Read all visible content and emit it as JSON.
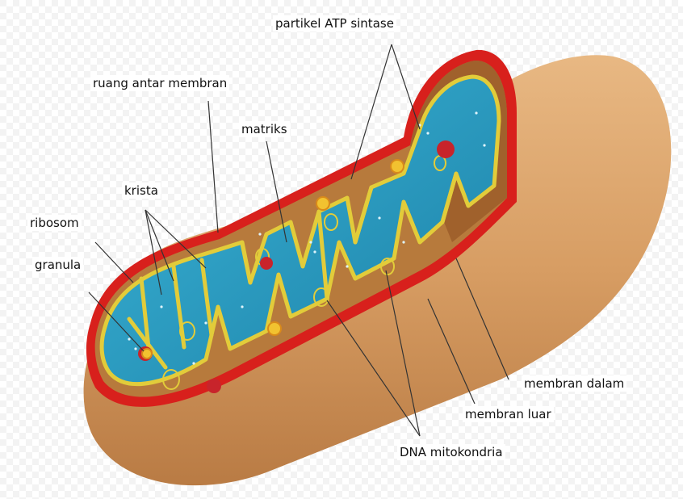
{
  "labels": {
    "atp_synthase": "partikel ATP sintase",
    "intermembrane_space": "ruang antar membran",
    "matrix": "matriks",
    "cristae": "krista",
    "ribosome": "ribosom",
    "granule": "granula",
    "inner_membrane": "membran dalam",
    "outer_membrane": "membran luar",
    "mitochondrial_dna": "DNA mitokondria"
  },
  "colors": {
    "outer_surface": "#d9a46c",
    "outer_membrane": "#d8201c",
    "inner_membrane": "#e2cc3a",
    "matrix": "#2aa3c8",
    "intermembrane": "#b77a3c",
    "granule": "#c8242b",
    "atp_particle": "#f2c230"
  }
}
